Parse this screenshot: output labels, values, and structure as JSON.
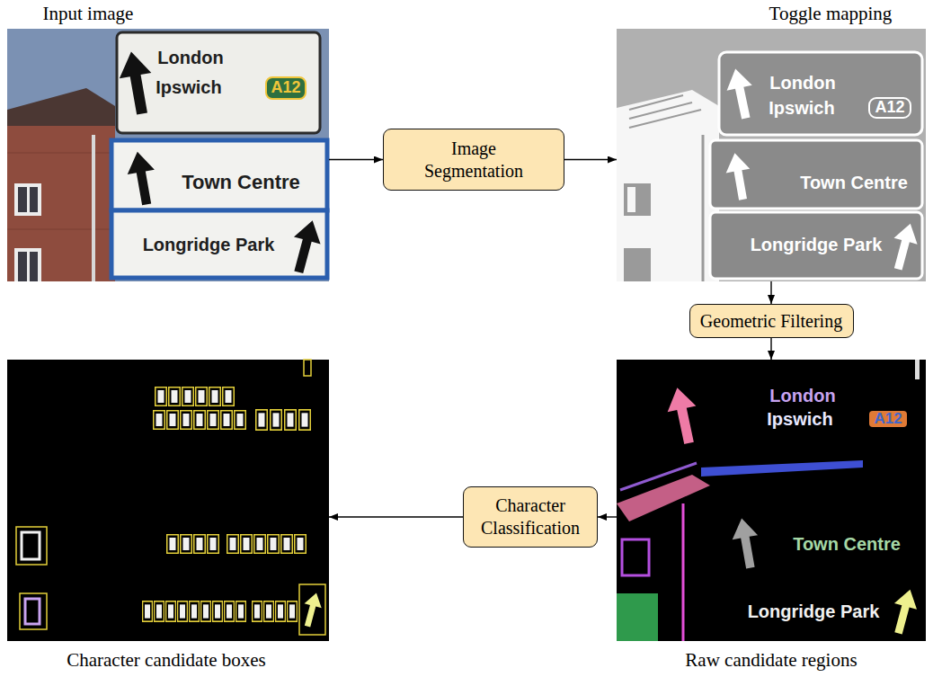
{
  "diagram": {
    "nodes": [
      {
        "text": [
          "Input image"
        ]
      },
      {
        "text": [
          "Image Segmentation"
        ]
      },
      {
        "text": [
          "Toggle mapping"
        ]
      },
      {
        "text": [
          "Geometric Filtering"
        ]
      },
      {
        "text": [
          "Raw candidate regions"
        ]
      },
      {
        "text": [
          "Character Classification"
        ]
      },
      {
        "text": [
          "Character candidate boxes"
        ]
      }
    ],
    "edges": [
      {
        "from": 0,
        "to": 1,
        "arrow": "to"
      },
      {
        "from": 1,
        "to": 2,
        "arrow": "to"
      },
      {
        "from": 2,
        "to": 3,
        "arrow": "to"
      },
      {
        "from": 3,
        "to": 4,
        "arrow": "to"
      },
      {
        "from": 4,
        "to": 5,
        "arrow": "to"
      },
      {
        "from": 5,
        "to": 6,
        "arrow": "to"
      }
    ],
    "labels": [
      "London",
      "Ipswich",
      "A12",
      "Town Centre",
      "Longridge Park",
      "London",
      "Ipswich",
      "A12",
      "Town Centre",
      "Longridge Park",
      "London",
      "Ipswich",
      "A12",
      "Town Centre",
      "Longridge Park"
    ]
  }
}
